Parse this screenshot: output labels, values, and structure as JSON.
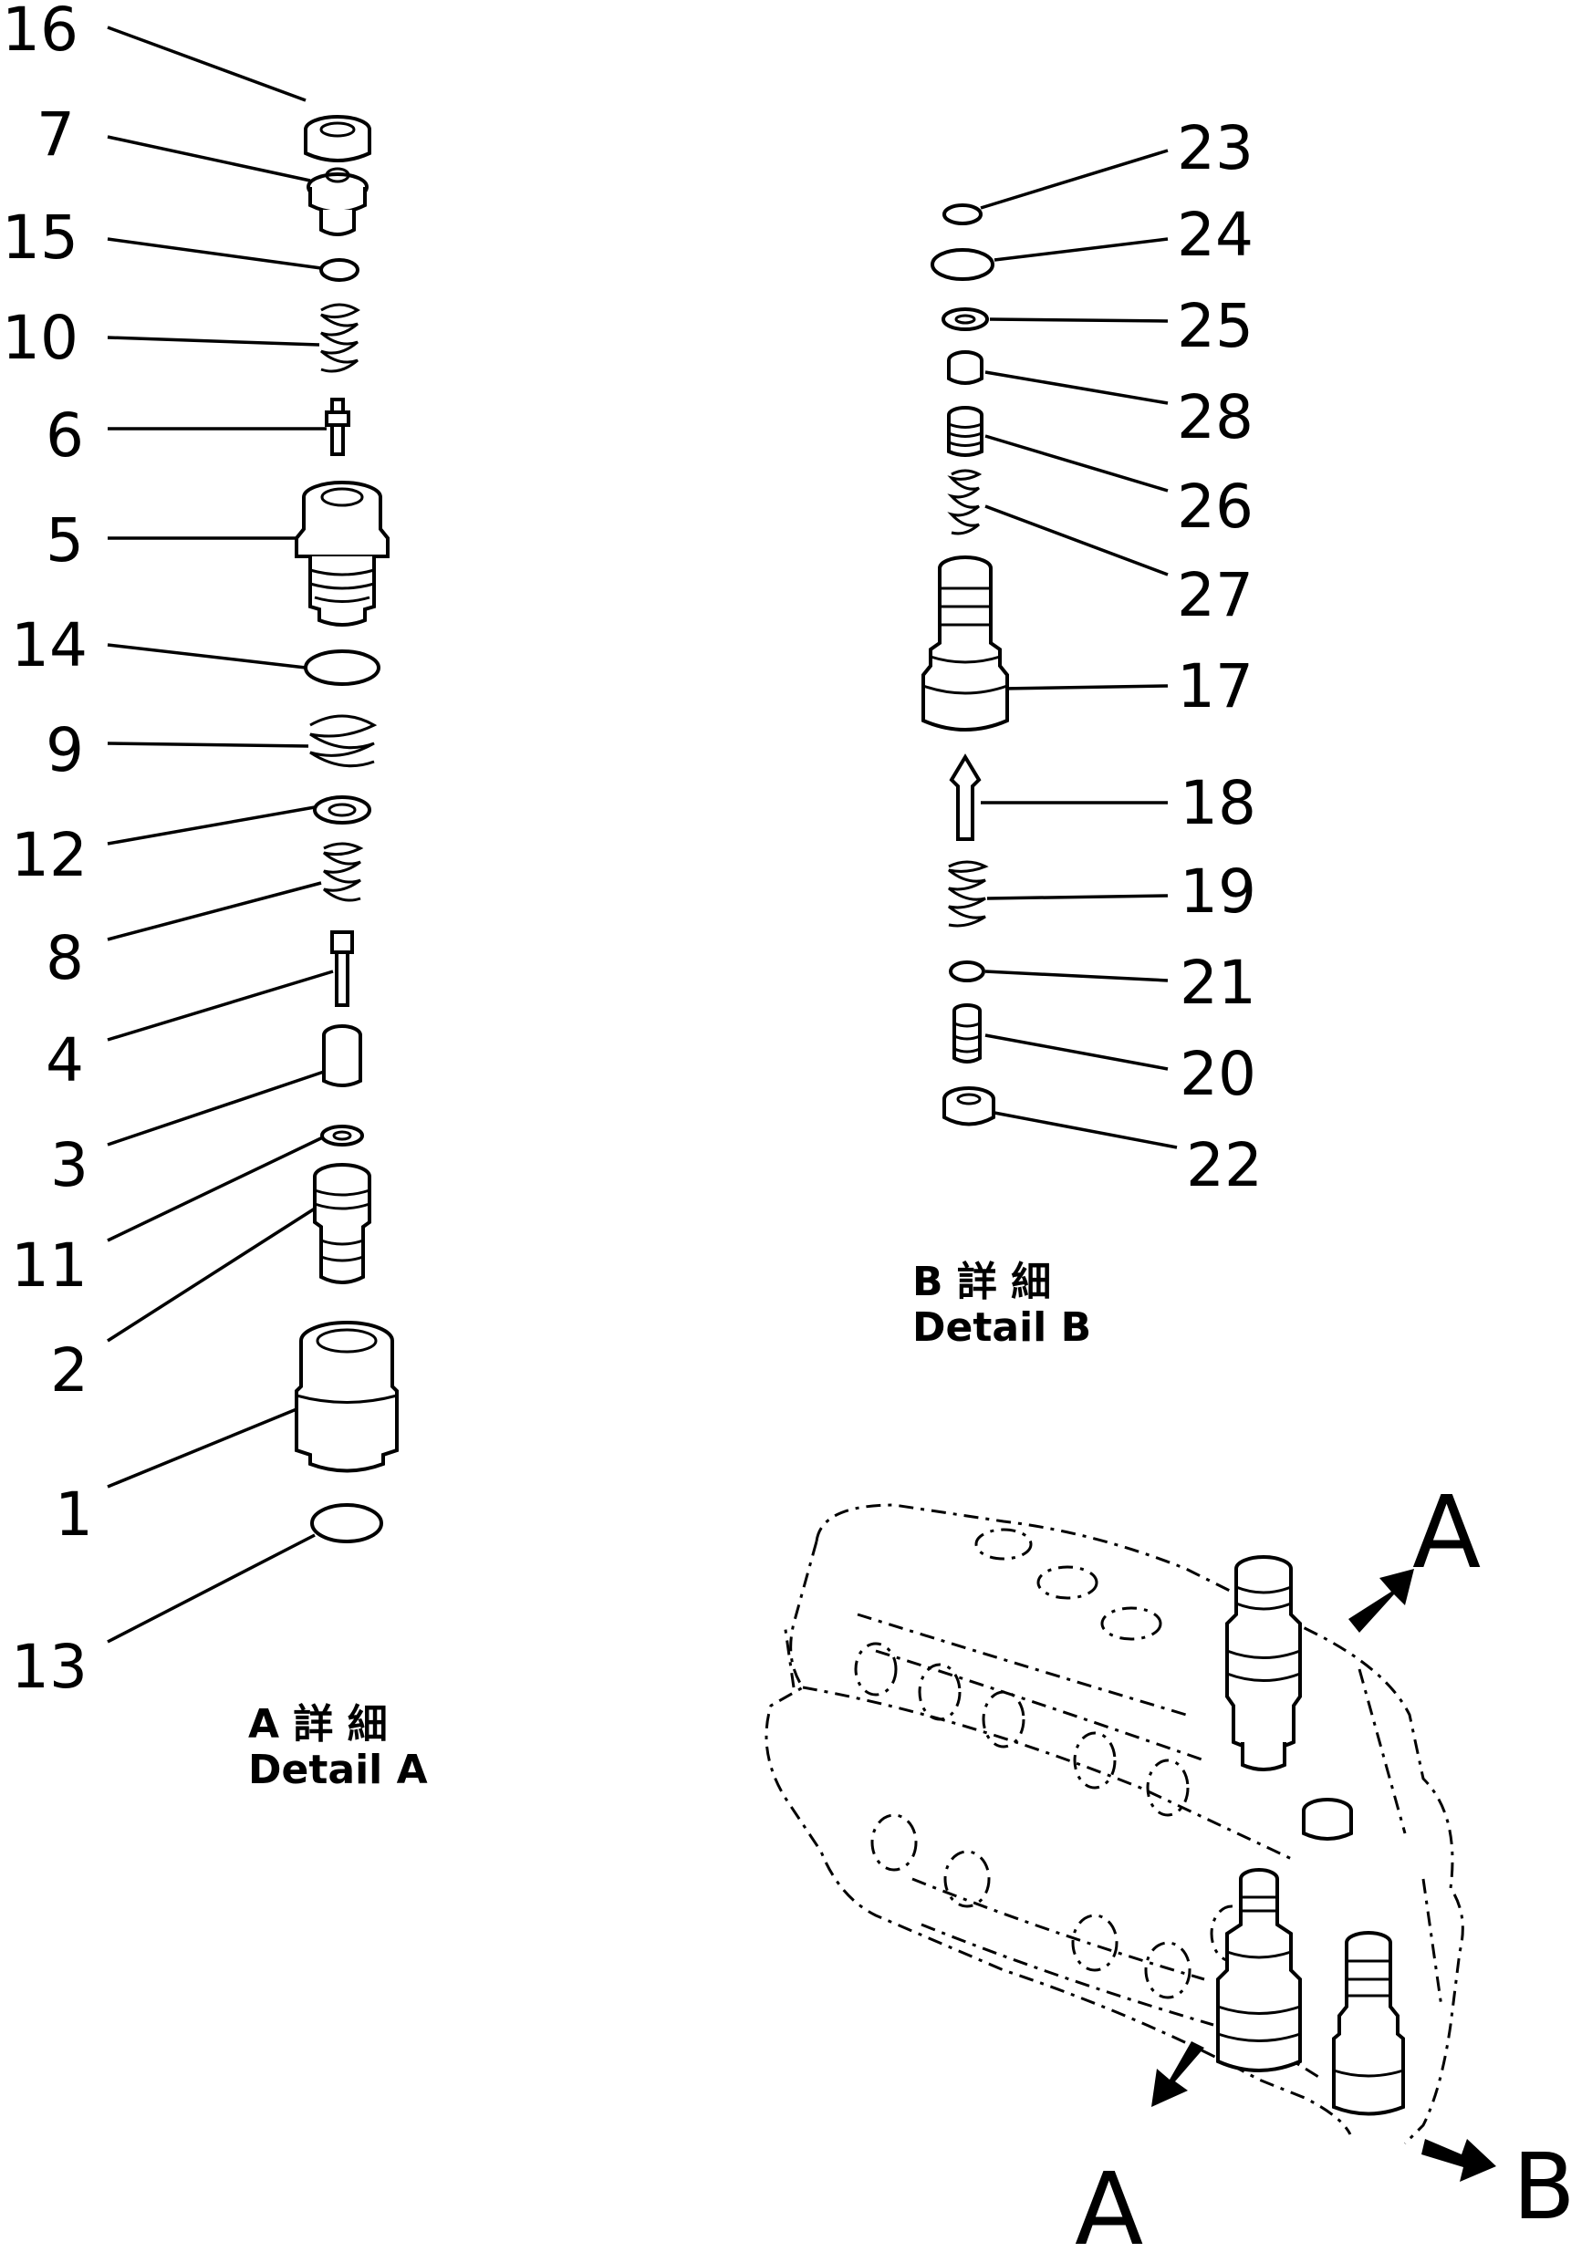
{
  "detail_a": {
    "title_jp": "A 詳 細",
    "title_en": "Detail A",
    "parts": [
      "16",
      "7",
      "15",
      "10",
      "6",
      "5",
      "14",
      "9",
      "12",
      "8",
      "4",
      "3",
      "11",
      "2",
      "1",
      "13"
    ]
  },
  "detail_b": {
    "title_jp": "B 詳 細",
    "title_en": "Detail B",
    "parts": [
      "23",
      "24",
      "25",
      "28",
      "26",
      "27",
      "17",
      "18",
      "19",
      "21",
      "20",
      "22"
    ]
  },
  "assembly": {
    "arrow_a_top": "A",
    "arrow_a_bottom": "A",
    "arrow_b": "B"
  }
}
